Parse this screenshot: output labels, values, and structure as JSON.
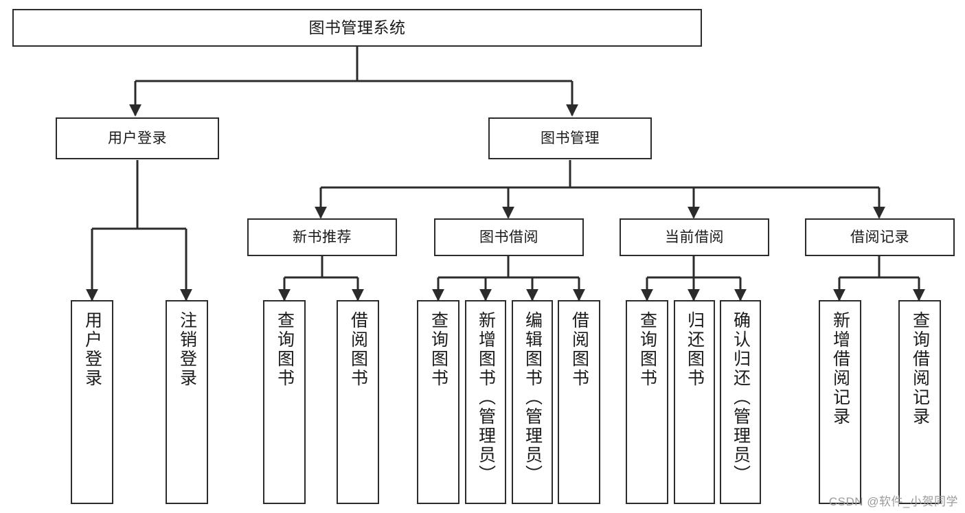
{
  "diagram": {
    "title": "图书管理系统",
    "watermark": "CSDN @软件_小贺同学",
    "colors": {
      "box_border": "#2b2b2b",
      "box_fill": "#ffffff",
      "connector": "#2b2b2b",
      "text": "#1a1a1a",
      "watermark": "#9b9b9b",
      "background": "#ffffff"
    },
    "nodes": {
      "root": {
        "label": "图书管理系统"
      },
      "tier2": [
        {
          "id": "user-login",
          "label": "用户登录"
        },
        {
          "id": "book-management",
          "label": "图书管理"
        }
      ],
      "tier3": [
        {
          "id": "new-book-recommend",
          "label": "新书推荐"
        },
        {
          "id": "book-borrow",
          "label": "图书借阅"
        },
        {
          "id": "current-borrow",
          "label": "当前借阅"
        },
        {
          "id": "borrow-record",
          "label": "借阅记录"
        }
      ],
      "leaves": {
        "user-login": [
          {
            "id": "leaf-user-login",
            "label": "用户登录"
          },
          {
            "id": "leaf-logout-login",
            "label": "注销登录"
          }
        ],
        "new-book-recommend": [
          {
            "id": "leaf-query-book-1",
            "label": "查询图书"
          },
          {
            "id": "leaf-borrow-book-1",
            "label": "借阅图书"
          }
        ],
        "book-borrow": [
          {
            "id": "leaf-query-book-2",
            "label": "查询图书"
          },
          {
            "id": "leaf-add-book",
            "label": "新增图书（管理员）"
          },
          {
            "id": "leaf-edit-book",
            "label": "编辑图书（管理员）"
          },
          {
            "id": "leaf-borrow-book-2",
            "label": "借阅图书"
          }
        ],
        "current-borrow": [
          {
            "id": "leaf-query-book-3",
            "label": "查询图书"
          },
          {
            "id": "leaf-return-book",
            "label": "归还图书"
          },
          {
            "id": "leaf-confirm-return",
            "label": "确认归还（管理员）"
          }
        ],
        "borrow-record": [
          {
            "id": "leaf-add-record",
            "label": "新增借阅记录"
          },
          {
            "id": "leaf-query-record",
            "label": "查询借阅记录"
          }
        ]
      }
    }
  }
}
